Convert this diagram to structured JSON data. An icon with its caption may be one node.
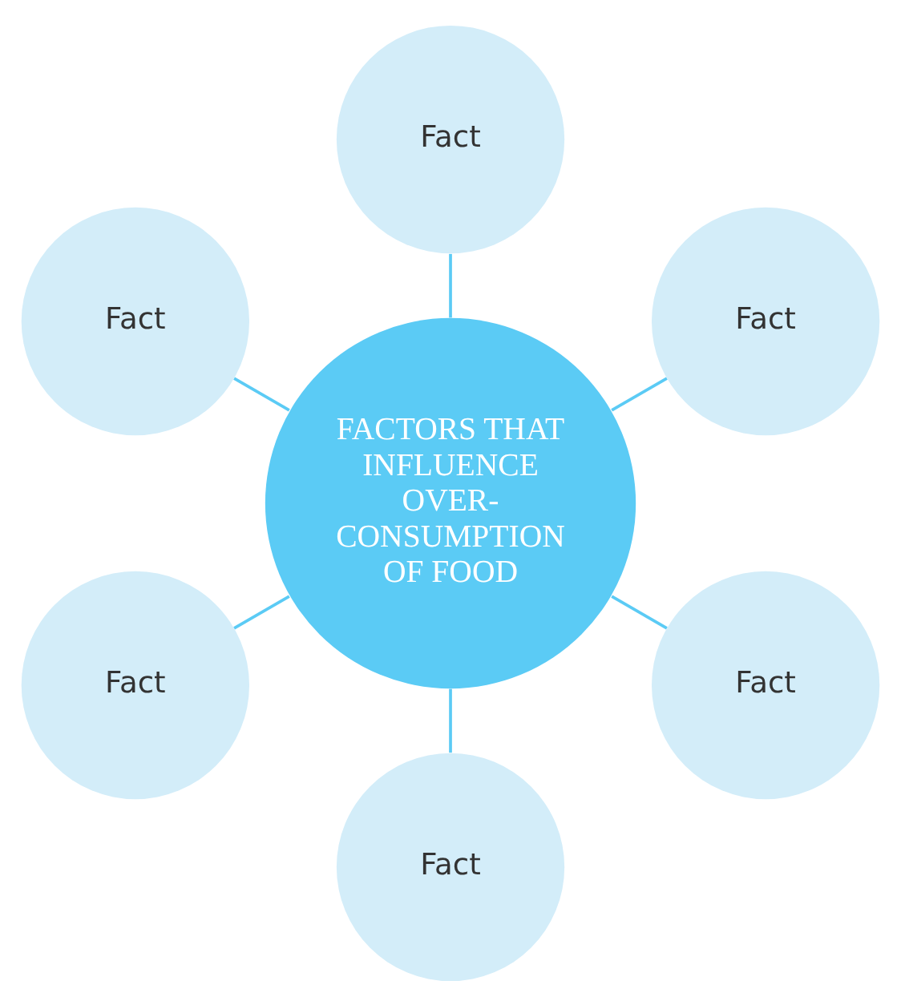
{
  "diagram": {
    "nodes": [
      {
        "text": [
          "FACTORS THAT INFLUENCE OVER-CONSUMPTION OF FOOD"
        ]
      },
      {
        "text": [
          "Fact"
        ]
      },
      {
        "text": [
          "Fact"
        ]
      },
      {
        "text": [
          "Fact"
        ]
      },
      {
        "text": [
          "Fact"
        ]
      },
      {
        "text": [
          "Fact"
        ]
      },
      {
        "text": [
          "Fact"
        ]
      }
    ],
    "edges": [
      {
        "from": 0,
        "to": 1,
        "arrow": "none"
      },
      {
        "from": 0,
        "to": 2,
        "arrow": "none"
      },
      {
        "from": 0,
        "to": 3,
        "arrow": "none"
      },
      {
        "from": 0,
        "to": 4,
        "arrow": "none"
      },
      {
        "from": 0,
        "to": 5,
        "arrow": "none"
      },
      {
        "from": 0,
        "to": 6,
        "arrow": "none"
      }
    ]
  }
}
